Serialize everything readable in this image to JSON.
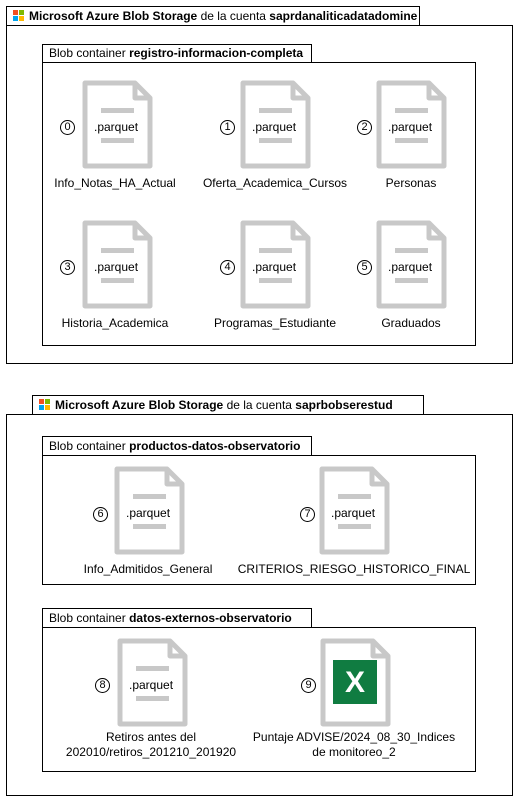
{
  "accounts": [
    {
      "prefix": "Microsoft Azure Blob Storage",
      "middle": " de la cuenta ",
      "name": "saprdanaliticadatadomine",
      "containers": [
        {
          "prefix": "Blob container ",
          "name": "registro-informacion-completa",
          "files": [
            {
              "index": "0",
              "ext": ".parquet",
              "label": "Info_Notas_HA_Actual",
              "icon": "parquet-file-icon"
            },
            {
              "index": "1",
              "ext": ".parquet",
              "label": "Oferta_Academica_Cursos",
              "icon": "parquet-file-icon"
            },
            {
              "index": "2",
              "ext": ".parquet",
              "label": "Personas",
              "icon": "parquet-file-icon"
            },
            {
              "index": "3",
              "ext": ".parquet",
              "label": "Historia_Academica",
              "icon": "parquet-file-icon"
            },
            {
              "index": "4",
              "ext": ".parquet",
              "label": "Programas_Estudiante",
              "icon": "parquet-file-icon"
            },
            {
              "index": "5",
              "ext": ".parquet",
              "label": "Graduados",
              "icon": "parquet-file-icon"
            }
          ]
        }
      ]
    },
    {
      "prefix": "Microsoft Azure Blob Storage",
      "middle": " de la cuenta ",
      "name": "saprbobserestud",
      "containers": [
        {
          "prefix": "Blob container ",
          "name": "productos-datos-observatorio",
          "files": [
            {
              "index": "6",
              "ext": ".parquet",
              "label": "Info_Admitidos_General",
              "icon": "parquet-file-icon"
            },
            {
              "index": "7",
              "ext": ".parquet",
              "label": "CRITERIOS_RIESGO_HISTORICO_FINAL",
              "icon": "parquet-file-icon"
            }
          ]
        },
        {
          "prefix": "Blob container ",
          "name": "datos-externos-observatorio",
          "files": [
            {
              "index": "8",
              "ext": ".parquet",
              "label_line1": "Retiros antes del",
              "label_line2": "202010/retiros_201210_201920",
              "icon": "parquet-file-icon"
            },
            {
              "index": "9",
              "label_line1": "Puntaje ADVISE/2024_08_30_Indices",
              "label_line2": "de monitoreo_2",
              "icon": "excel-file-icon"
            }
          ]
        }
      ]
    }
  ],
  "colors": {
    "doc_gray": "#c8c8c8",
    "excel_green": "#107c41",
    "border": "#000000"
  }
}
